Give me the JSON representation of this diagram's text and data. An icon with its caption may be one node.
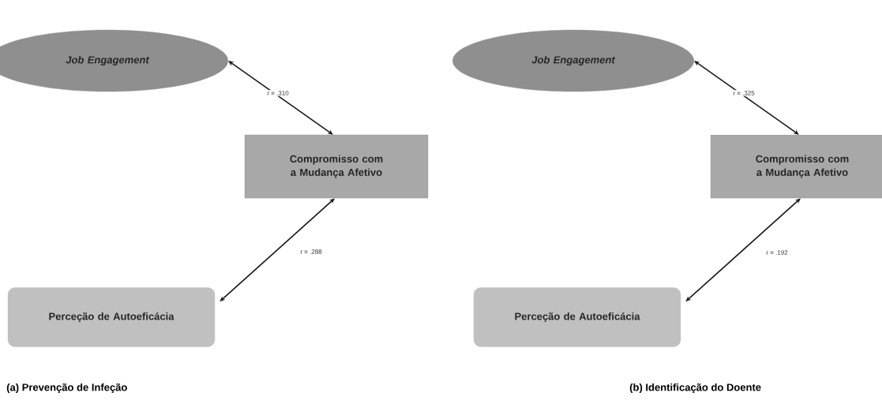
{
  "diagram": {
    "nodes": [
      {
        "text": [
          "Job Engagement"
        ]
      },
      {
        "text": [
          "Compromisso com a Mudança Afetivo"
        ]
      },
      {
        "text": [
          "Perceção de Autoeficácia"
        ]
      },
      {
        "text": [
          "Job Engagement"
        ]
      },
      {
        "text": [
          "Compromisso com a Mudança Afetivo"
        ]
      },
      {
        "text": [
          "Perceção de Autoeficácia"
        ]
      }
    ],
    "edges": [
      {
        "from": 0,
        "to": 1,
        "arrow": "both",
        "label": "r = .310"
      },
      {
        "from": 1,
        "to": 2,
        "arrow": "both",
        "label": "r = .288"
      },
      {
        "from": 3,
        "to": 4,
        "arrow": "both",
        "label": "r = .325"
      },
      {
        "from": 4,
        "to": 5,
        "arrow": "both",
        "label": "r = .192"
      }
    ],
    "labels": [
      "(a) Prevenção de Infeção",
      "(b) Identificação do Doente"
    ]
  }
}
